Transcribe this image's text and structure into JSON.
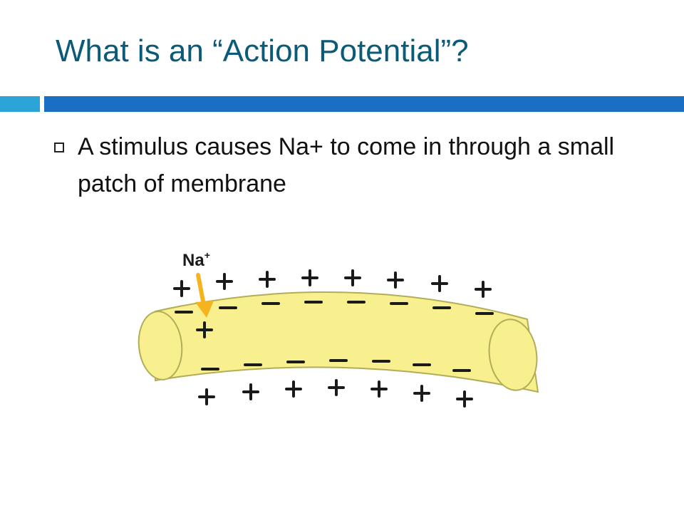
{
  "slide": {
    "title": "What is an “Action Potential”?",
    "bullet": "A stimulus causes Na+ to come in through a small patch of membrane"
  },
  "diagram": {
    "ion_label": "Na+",
    "ion_symbol": "Na",
    "ion_charge": "+",
    "colors": {
      "membrane_fill": "#f8f08e",
      "membrane_stroke": "#b3ad5a",
      "arrow": "#f5b41f",
      "charge_text": "#1a1a1a"
    }
  },
  "colors": {
    "title": "#0b5a77",
    "band_left": "#2da4d8",
    "band_right": "#1a6fc4"
  }
}
